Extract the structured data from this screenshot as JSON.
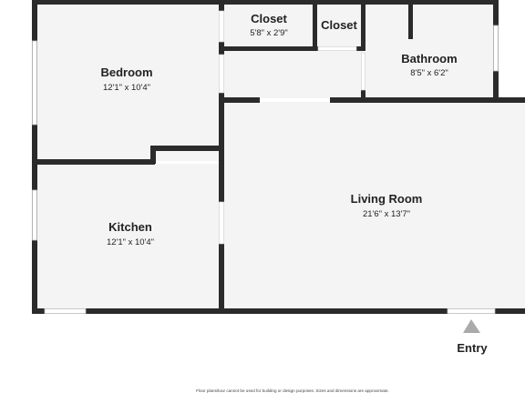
{
  "rooms": [
    {
      "id": "bedroom",
      "name": "Bedroom",
      "dims": "12'1\" x 10'4\""
    },
    {
      "id": "closet-1",
      "name": "Closet",
      "dims": "5'8\" x 2'9\""
    },
    {
      "id": "closet-2",
      "name": "Closet",
      "dims": ""
    },
    {
      "id": "bathroom",
      "name": "Bathroom",
      "dims": "8'5\" x 6'2\""
    },
    {
      "id": "kitchen",
      "name": "Kitchen",
      "dims": "12'1\" x 10'4\""
    },
    {
      "id": "living",
      "name": "Living Room",
      "dims": "21'6\" x 13'7\""
    }
  ],
  "entry": {
    "label": "Entry"
  },
  "disclaimer": "Floor plans/tour cannot be used for building or design purposes. Sizes and dimensions are approximate.",
  "colors": {
    "wall": "#2b2b2b",
    "floor": "#f4f4f4",
    "opening": "#ffffff",
    "window": "#cccccc",
    "arrow": "#aaaaaa"
  }
}
